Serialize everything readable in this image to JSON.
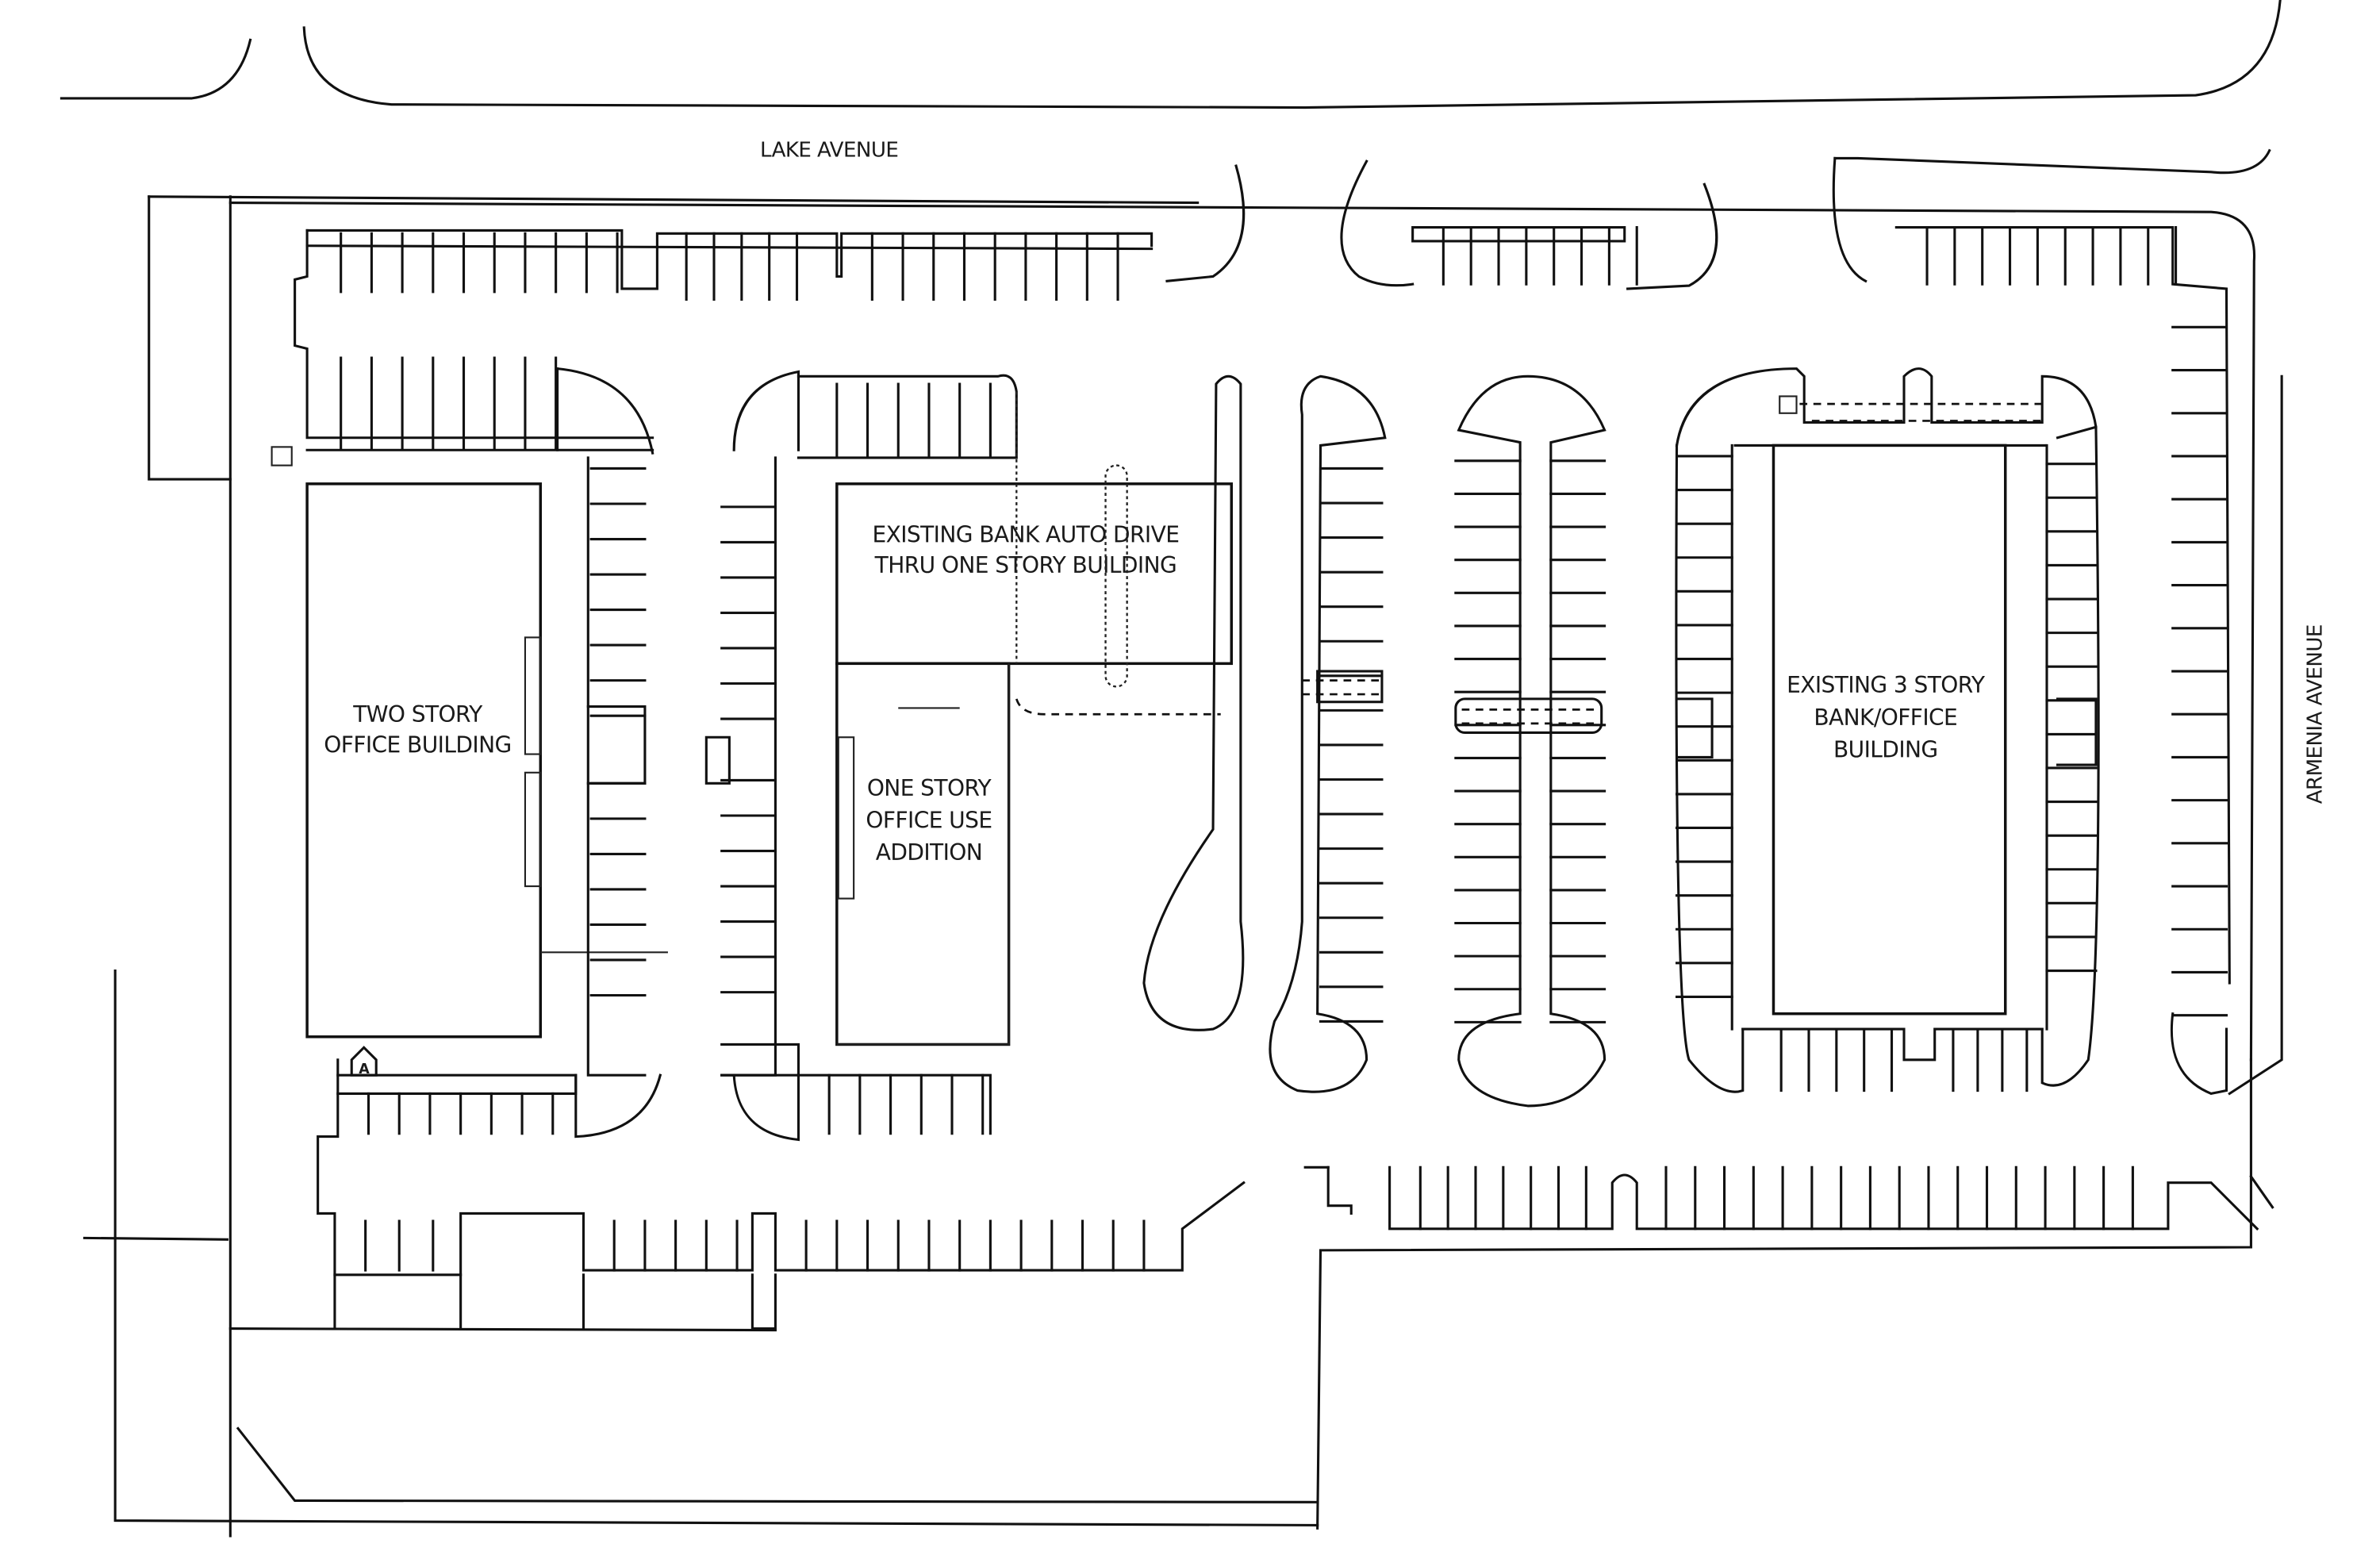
{
  "plan": {
    "title": "Site Plan",
    "streets": {
      "north": "LAKE AVENUE",
      "east": "ARMENIA AVENUE"
    },
    "buildings": [
      {
        "id": "two-story-office",
        "lines": [
          "TWO STORY",
          "OFFICE BUILDING"
        ]
      },
      {
        "id": "bank-drive-thru",
        "lines": [
          "EXISTING BANK AUTO DRIVE",
          "THRU ONE STORY BUILDING"
        ]
      },
      {
        "id": "one-story-addition",
        "lines": [
          "ONE STORY",
          "OFFICE USE",
          "ADDITION"
        ]
      },
      {
        "id": "three-story-bank-office",
        "lines": [
          "EXISTING 3 STORY",
          "BANK/OFFICE",
          "BUILDING"
        ]
      }
    ],
    "markers": {
      "accessible_parking": "A"
    },
    "colors": {
      "line": "#111111",
      "background": "#ffffff"
    }
  }
}
